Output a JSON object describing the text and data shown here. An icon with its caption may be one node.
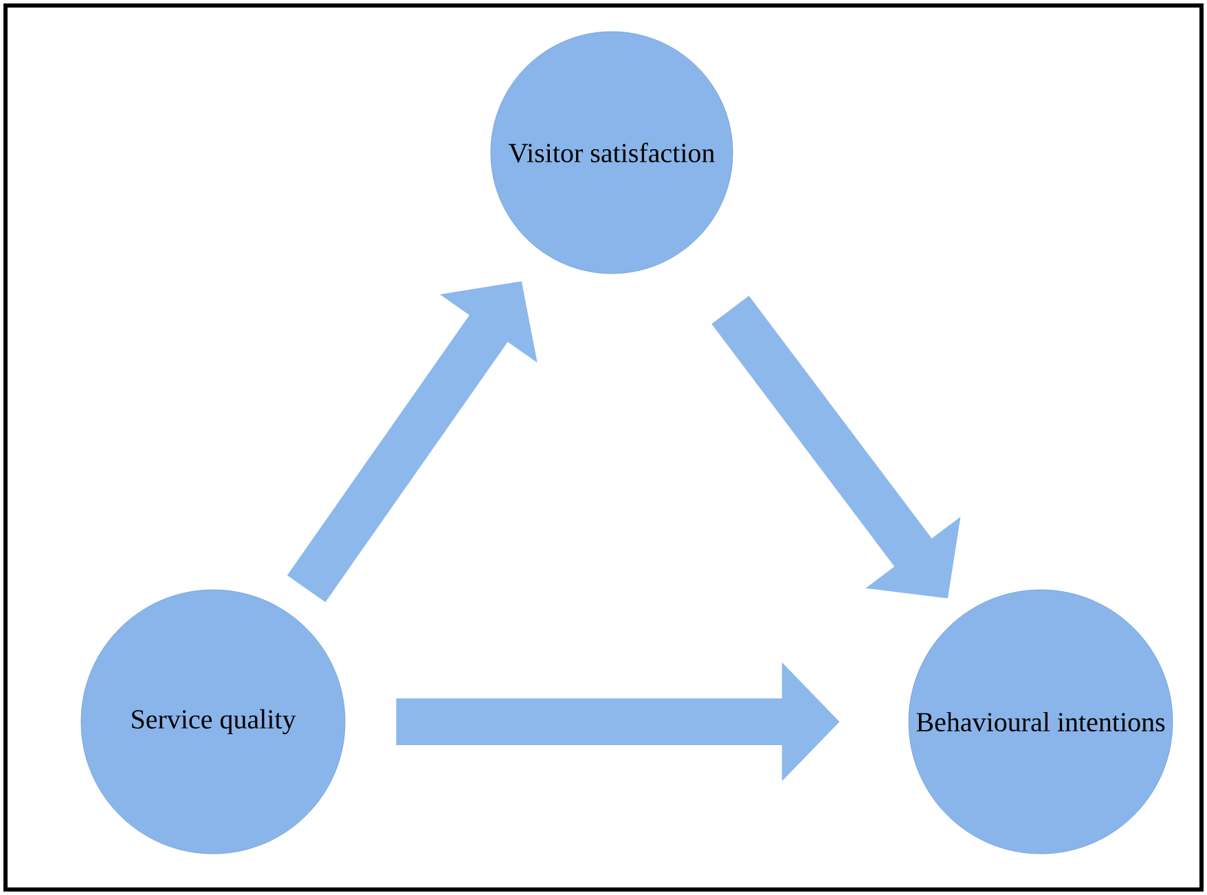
{
  "diagram": {
    "nodes": [
      {
        "text": [
          "Visitor satisfaction"
        ]
      },
      {
        "text": [
          "Service quality"
        ]
      },
      {
        "text": [
          "Behavioural intentions"
        ]
      }
    ],
    "edges": [
      {
        "from": 1,
        "to": 0,
        "arrow": "to"
      },
      {
        "from": 0,
        "to": 2,
        "arrow": "to"
      },
      {
        "from": 1,
        "to": 2,
        "arrow": "to"
      }
    ]
  }
}
